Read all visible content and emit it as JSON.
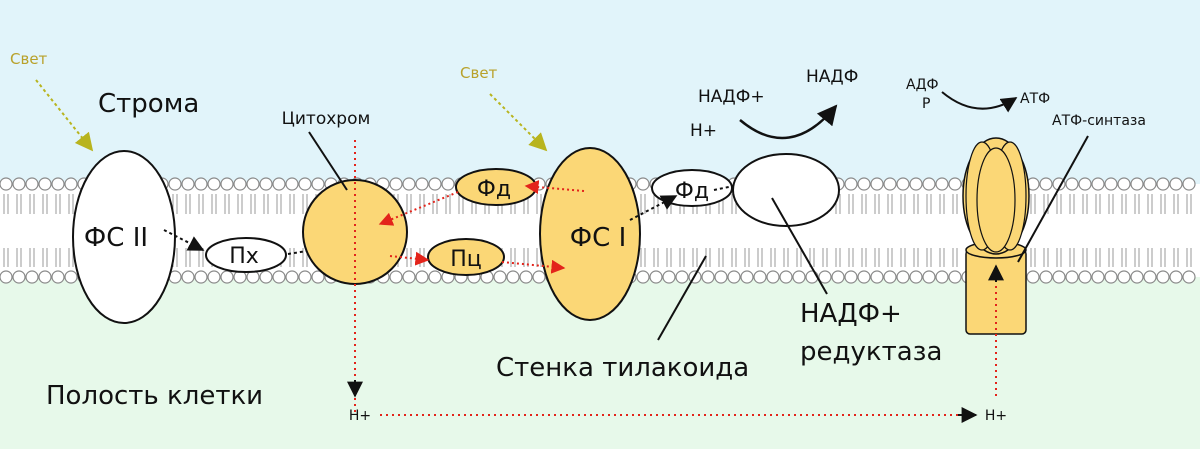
{
  "colors": {
    "stroma": "#e1f4fa",
    "lumen": "#e7f9ea",
    "protein_fill": "#fbd776",
    "protein_alt": "#ffffff",
    "light_arrow": "#b8b41e",
    "red_arrow": "#e3241b",
    "black_arrow": "#111111",
    "lipid_head": "#ffffff",
    "lipid_stroke": "#8a8a8a"
  },
  "regions": {
    "stroma_label": "Строма",
    "lumen_label": "Полость клетки"
  },
  "light": {
    "left": "Свет",
    "right": "Свет"
  },
  "complexes": {
    "ps2": "ФС II",
    "pq": "Пх",
    "cytochrome_label": "Цитохром",
    "fd_left": "Фд",
    "pc": "Пц",
    "ps1": "ФС I",
    "fd_right": "Фд",
    "nadp_reductase_line1": "НАДФ+",
    "nadp_reductase_line2": "редуктаза",
    "membrane_label": "Стенка тилакоида",
    "atp_synthase_label": "АТФ-синтаза"
  },
  "reactions": {
    "nadp_plus": "НАДФ+",
    "h_plus_top": "Н+",
    "nadp": "НАДФ",
    "adp": "АДФ",
    "p": "Р",
    "atp": "АТФ"
  },
  "protons": {
    "left": "Н+",
    "right": "Н+"
  }
}
